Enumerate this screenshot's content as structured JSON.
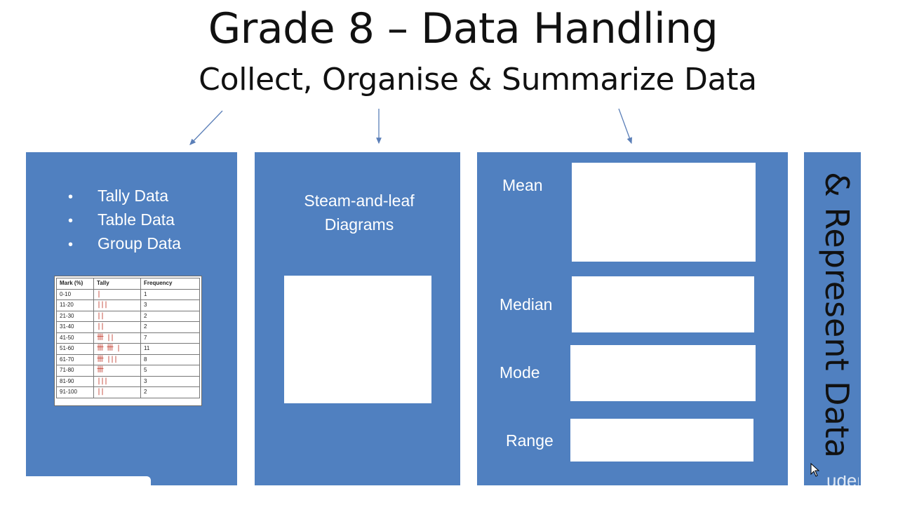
{
  "slide": {
    "title": "Grade 8 – Data Handling",
    "subtitle": "Collect, Organise & Summarize Data"
  },
  "collect_panel": {
    "bullets": [
      "Tally Data",
      "Table Data",
      "Group Data"
    ],
    "bullet_glyph": "•",
    "table": {
      "headers": [
        "Mark (%)",
        "Tally",
        "Frequency"
      ],
      "rows": [
        {
          "mark": "0-10",
          "tally": "|",
          "frequency": "1"
        },
        {
          "mark": "11-20",
          "tally": "|||",
          "frequency": "3"
        },
        {
          "mark": "21-30",
          "tally": "||",
          "frequency": "2"
        },
        {
          "mark": "31-40",
          "tally": "||",
          "frequency": "2"
        },
        {
          "mark": "41-50",
          "tally": "卌 ||",
          "frequency": "7"
        },
        {
          "mark": "51-60",
          "tally": "卌 卌 |",
          "frequency": "11"
        },
        {
          "mark": "61-70",
          "tally": "卌 |||",
          "frequency": "8"
        },
        {
          "mark": "71-80",
          "tally": "卌",
          "frequency": "5"
        },
        {
          "mark": "81-90",
          "tally": "|||",
          "frequency": "3"
        },
        {
          "mark": "91-100",
          "tally": "||",
          "frequency": "2"
        }
      ]
    }
  },
  "organise_panel": {
    "title_line1": "Steam-and-leaf",
    "title_line2": "Diagrams"
  },
  "summarize_panel": {
    "mean": "Mean",
    "median": "Median",
    "mode": "Mode",
    "range": "Range"
  },
  "represent_panel": {
    "text": "& Represent Data"
  },
  "watermark": "uden",
  "colors": {
    "panel": "#5080c0",
    "arrow": "#5b7fb8",
    "tally_marks": "#c0392b"
  },
  "icons": {
    "cursor": "mouse-pointer-icon"
  }
}
